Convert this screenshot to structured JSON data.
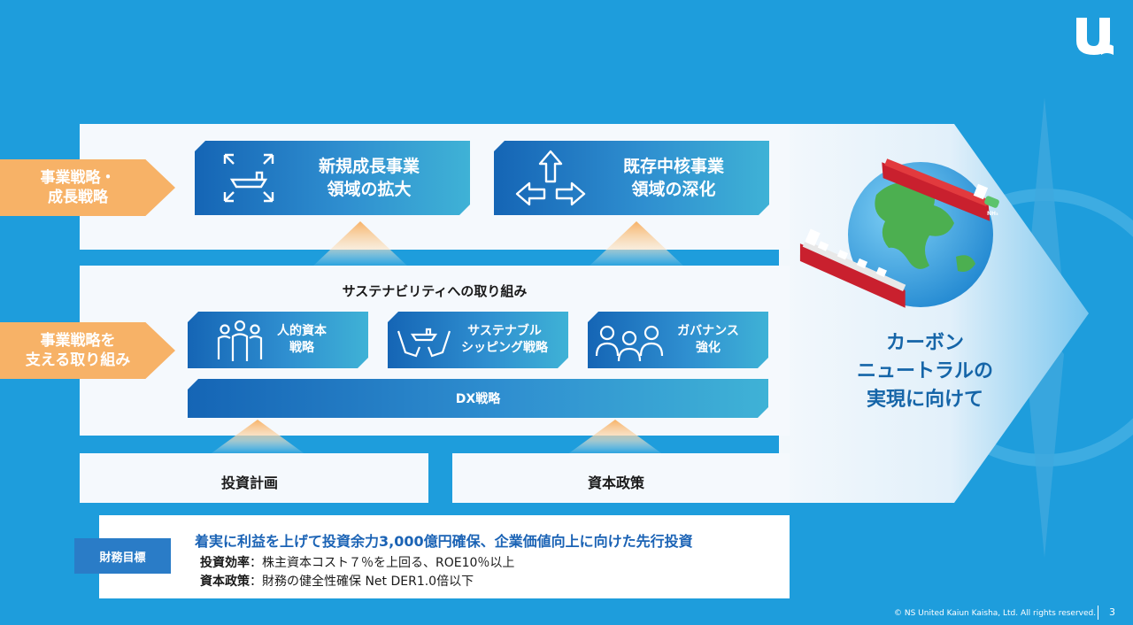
{
  "tags": {
    "strategy": [
      "事業戦略・",
      "成長戦略"
    ],
    "support": [
      "事業戦略を",
      "支える取り組み"
    ]
  },
  "cards": {
    "new_growth": [
      "新規成長事業",
      "領域の拡大"
    ],
    "core": [
      "既存中核事業",
      "領域の深化"
    ]
  },
  "sustainability": {
    "title": "サステナビリティへの取り組み",
    "human": [
      "人的資本",
      "戦略"
    ],
    "shipping": [
      "サステナブル",
      "シッピング戦略"
    ],
    "governance": [
      "ガバナンス",
      "強化"
    ],
    "dx": "DX戦略"
  },
  "foundation": {
    "investment": "投資計画",
    "capital": "資本政策"
  },
  "finance": {
    "tag": "財務目標",
    "headline": "着実に利益を上げて投資余力3,000億円確保、企業価値向上に向けた先行投資",
    "line1_label": "投資効率",
    "line1_text": "：株主資本コスト７％を上回る、ROE10％以上",
    "line2_label": "資本政策",
    "line2_text": "：財務の健全性確保 Net DER1.0倍以下"
  },
  "goal": [
    "カーボン",
    "ニュートラルの",
    "実現に向けて"
  ],
  "ship_badge": "NH₃",
  "footer": {
    "copyright": "© NS United Kaiun Kaisha, Ltd. All rights reserved.",
    "page": "3"
  },
  "colors": {
    "background": "#1e9ddc",
    "orange": "#f7b267",
    "card_dark": "#1565b5",
    "card_light": "#3fb2d6",
    "headline_blue": "#1b63b5"
  }
}
